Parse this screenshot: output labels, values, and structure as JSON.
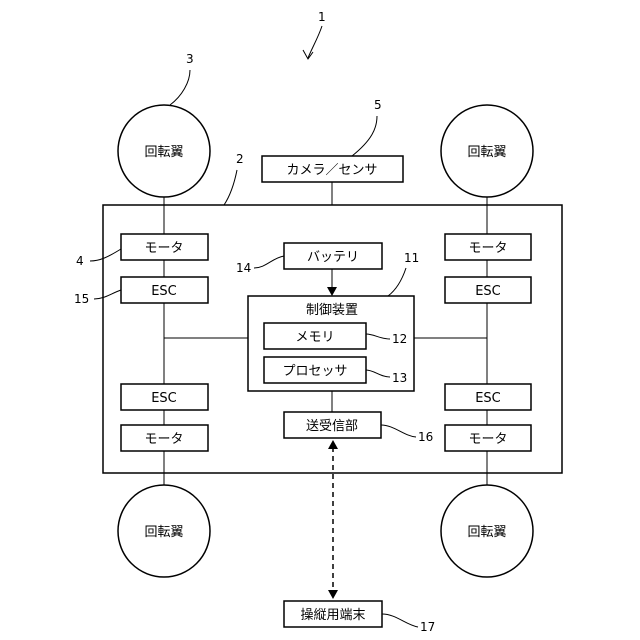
{
  "figure_label": "1",
  "labels": {
    "rotor": "回転翼",
    "camera": "カメラ／センサ",
    "motor": "モータ",
    "esc": "ESC",
    "battery": "バッテリ",
    "controller": "制御装置",
    "memory": "メモリ",
    "processor": "プロセッサ",
    "transceiver": "送受信部",
    "terminal": "操縦用端末"
  },
  "refs": {
    "body": "2",
    "rotor": "3",
    "motor": "4",
    "camera": "5",
    "controller": "11",
    "memory": "12",
    "processor": "13",
    "battery": "14",
    "esc": "15",
    "transceiver": "16",
    "terminal": "17"
  }
}
